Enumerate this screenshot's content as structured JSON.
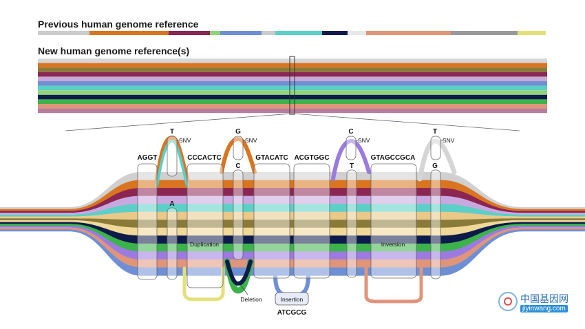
{
  "headings": {
    "previous": "Previous human genome reference",
    "new": "New human genome reference(s)"
  },
  "nodes": {
    "aggt": "AGGT",
    "snv1_top": "T",
    "snv1_bottom": "A",
    "cccactc": "CCCACTC",
    "snv2_top": "G",
    "snv2_bottom": "C",
    "gtacatc": "GTACATC",
    "acgtggc": "ACGTGGC",
    "snv3_top": "C",
    "snv3_bottom": "T",
    "gtagccgca": "GTAGCCGCA",
    "snv4_top": "T",
    "snv4_bottom": "G",
    "insertion_seq": "ATCGCG"
  },
  "labels": {
    "snv": "SNV",
    "duplication": "Duplication",
    "deletion": "Deletion",
    "insertion": "Insertion",
    "inversion": "Inversion"
  },
  "colors": {
    "grey": "#cccccc",
    "orange": "#d97520",
    "maroon": "#8b2552",
    "lime": "#8fd47c",
    "blue": "#6e8fd3",
    "teal": "#5ccfc7",
    "navy": "#0d1b4a",
    "salmon": "#e0957a",
    "darkgrey": "#999999",
    "yellow": "#e3e07a",
    "purple": "#9b7be0",
    "olive": "#8a7a3a",
    "green": "#3cb34a"
  },
  "watermark": {
    "title": "中国基因网",
    "url": "jiyinwang.com"
  }
}
